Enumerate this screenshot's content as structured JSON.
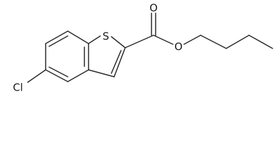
{
  "molecule": {
    "atoms": {
      "sulfur": "S",
      "carbonyl_oxygen": "O",
      "ester_oxygen": "O",
      "chlorine": "Cl"
    }
  }
}
